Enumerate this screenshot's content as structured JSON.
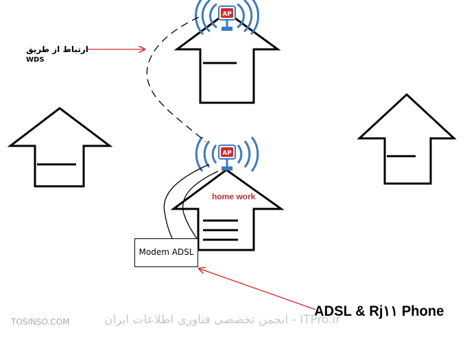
{
  "labels": {
    "wds_persian": "ارتباط از طريق",
    "wds_english": "WDS",
    "home_work": "home work",
    "modem": "Modem ADSL",
    "ap_badge": "AP",
    "adsl_phone": "ADSL & Rj١١ Phone"
  },
  "watermark": {
    "site": "TOSINSO.COM",
    "banner": "انجمن تخصصی فناوری اطلاعات ایران - ITPro.ir"
  },
  "colors": {
    "line": "#000000",
    "arrow": "#e02020",
    "wifi": "#3a78c8",
    "ap_badge": "#d42a2a",
    "watermark": "#c8c8c8"
  },
  "icons": [
    "access-point-icon",
    "house-outline-icon",
    "arrow-pointer-icon"
  ]
}
